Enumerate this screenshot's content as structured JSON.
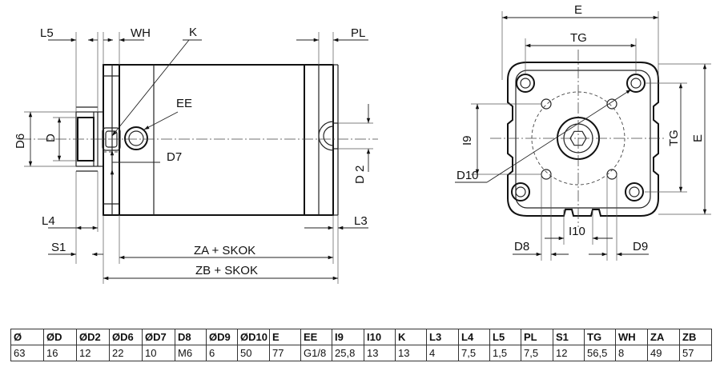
{
  "side_view": {
    "labels": {
      "L5": "L5",
      "WH": "WH",
      "K": "K",
      "PL": "PL",
      "EE": "EE",
      "D6": "D6",
      "D": "D",
      "D7": "D7",
      "D2": "D 2",
      "L4": "L4",
      "S1": "S1",
      "L3": "L3",
      "ZA": "ZA + SKOK",
      "ZB": "ZB + SKOK"
    }
  },
  "front_view": {
    "labels": {
      "E_top": "E",
      "TG_top": "TG",
      "I9": "I9",
      "TG_right": "TG",
      "E_right": "E",
      "D10": "D10",
      "I10": "I10",
      "D8": "D8",
      "D9": "D9"
    }
  },
  "table": {
    "headers": [
      "Ø",
      "ØD",
      "ØD2",
      "ØD6",
      "ØD7",
      "D8",
      "ØD9",
      "ØD10",
      "E",
      "EE",
      "I9",
      "I10",
      "K",
      "L3",
      "L4",
      "L5",
      "PL",
      "S1",
      "TG",
      "WH",
      "ZA",
      "ZB"
    ],
    "values": [
      "63",
      "16",
      "12",
      "22",
      "10",
      "M6",
      "6",
      "50",
      "77",
      "G1/8",
      "25,8",
      "13",
      "13",
      "4",
      "7,5",
      "1,5",
      "7,5",
      "12",
      "56,5",
      "8",
      "49",
      "57"
    ]
  }
}
